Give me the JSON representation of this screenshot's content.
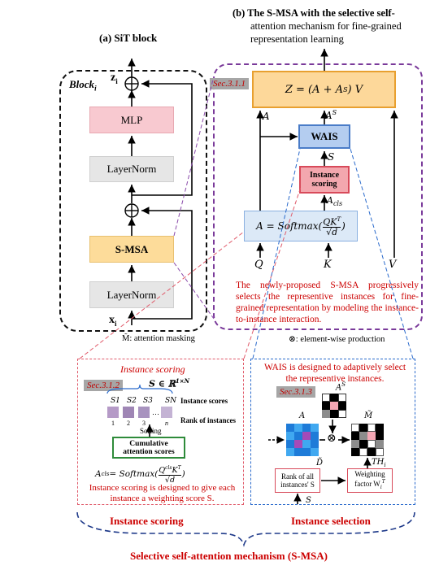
{
  "left": {
    "title": "(a) SiT block",
    "block_label": "Block",
    "block_sub": "i",
    "z_label": "z",
    "z_sub": "i",
    "x_label": "x",
    "x_sub": "i",
    "mlp": "MLP",
    "layernorm_top": "LayerNorm",
    "smsa": "S-MSA",
    "layernorm_bottom": "LayerNorm"
  },
  "right": {
    "title_line1": "(b) The S-MSA with the selective self-",
    "title_line2": "attention mechanism for fine-grained",
    "title_line3": "representation learning",
    "sec": "Sec.3.1.1",
    "z_formula": "Z = (A + A",
    "z_formula_sup": "S",
    "z_formula_end": ") V",
    "a_label": "A",
    "as_label": "A",
    "as_sup": "S",
    "wais": "WAIS",
    "s_label": "S",
    "instance_scoring": "Instance scoring",
    "acls_label": "A",
    "acls_sub": "cls",
    "softmax_lhs": "A = Softmax(",
    "softmax_num": "QK",
    "softmax_num_sup": "T",
    "softmax_den": "√d",
    "softmax_rhs": ")",
    "q": "Q",
    "k": "K",
    "v": "V",
    "note": "The newly-proposed S-MSA progressively selects the representive instances for fine-grained representation by modeling the instance-to-instance interaction."
  },
  "legend": {
    "masking": "M̃: attention masking",
    "elementwise": "⊗: element-wise production"
  },
  "scoring_panel": {
    "title": "Instance scoring",
    "sec": "Sec.3.1.2",
    "s_def": "S ∈ ℝ",
    "s_def_sup": "1×N",
    "s_items": [
      "S1",
      "S2",
      "S3",
      "SN"
    ],
    "scores_label": "Instance scores",
    "rank_label": "Rank of instances",
    "rank_nums": [
      "1",
      "2",
      "3",
      "n"
    ],
    "sorting": "Sorting",
    "cum_box": "Cumulative attention scores",
    "formula_lhs": "A",
    "formula_lhs_sub": "cls",
    "formula_mid": " = Softmax(",
    "formula_num": "Q",
    "formula_num_sup": "cls",
    "formula_num_k": "K",
    "formula_num_k_sup": "T",
    "formula_den": "√d",
    "formula_end": ")",
    "note": "Instance scoring is designed to give each instance a weighting score S."
  },
  "wais_panel": {
    "note": "WAIS is designed to adaptively select the representive instances.",
    "sec": "Sec.3.1.3",
    "as_label": "A",
    "as_sup": "S",
    "a_label": "A",
    "m_label": "M̃",
    "th_label": "TH",
    "th_sub": "i",
    "d_label": "D̃",
    "rank_box": "Rank of all instances' S",
    "weight_box": "Weighting factor W",
    "weight_sup": "T",
    "weight_sub": "i",
    "s_label": "S"
  },
  "bottom": {
    "instance_scoring": "Instance scoring",
    "instance_selection": "Instance selection",
    "caption": "Selective self-attention mechanism (S-MSA)"
  },
  "colors": {
    "mlp_fill": "#f8c9d0",
    "layernorm_fill": "#e6e6e6",
    "smsa_fill": "#fddc9a",
    "z_fill": "#fdd89a",
    "wais_fill": "#b4cdf0",
    "scoring_fill": "#f3a7ae",
    "softmax_fill": "#dce9f7",
    "red_text": "#cc0000",
    "purple_border": "#7a3a9a",
    "pink_border": "#e05a6a",
    "blue_border": "#2a6acc",
    "navy_brace": "#1f3a8a"
  }
}
